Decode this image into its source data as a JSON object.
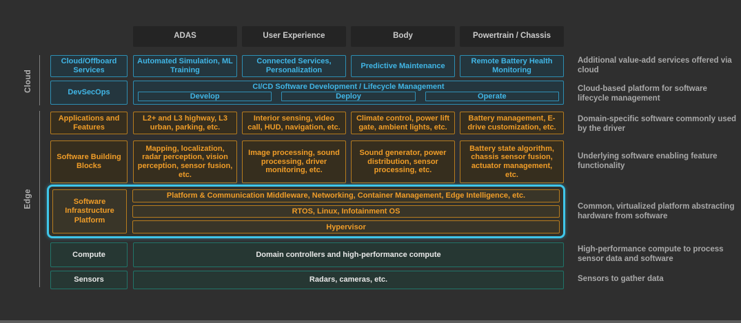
{
  "left_rail": {
    "cloud_label": "Cloud",
    "edge_label": "Edge"
  },
  "columns": [
    "ADAS",
    "User Experience",
    "Body",
    "Powertrain / Chassis"
  ],
  "rows": {
    "cloud_services": {
      "label": "Cloud/Offboard Services",
      "cells": [
        "Automated Simulation, ML Training",
        "Connected Services, Personalization",
        "Predictive Maintenance",
        "Remote Battery Health Monitoring"
      ],
      "description": "Additional value-add services offered via cloud"
    },
    "devsecops": {
      "label": "DevSecOps",
      "banner": "CI/CD Software Development / Lifecycle Management",
      "stages": [
        "Develop",
        "Deploy",
        "Operate"
      ],
      "description": "Cloud-based platform for software lifecycle management"
    },
    "applications": {
      "label": "Applications and Features",
      "cells": [
        "L2+ and L3 highway, L3 urban, parking, etc.",
        "Interior sensing, video call, HUD, navigation, etc.",
        "Climate control, power lift gate, ambient lights, etc.",
        "Battery management, E-drive customization, etc."
      ],
      "description": "Domain-specific software commonly used by the driver"
    },
    "building_blocks": {
      "label": "Software Building Blocks",
      "cells": [
        "Mapping, localization, radar perception, vision perception, sensor fusion, etc.",
        "Image processing, sound processing, driver monitoring, etc.",
        "Sound generator, power distribution, sensor processing, etc.",
        "Battery state algorithm, chassis sensor fusion, actuator management, etc."
      ],
      "description": "Underlying software enabling feature functionality"
    },
    "infrastructure": {
      "label": "Software Infrastructure Platform",
      "layers": [
        "Platform & Communication Middleware, Networking, Container Management, Edge Intelligence, etc.",
        "RTOS, Linux, Infotainment OS",
        "Hypervisor"
      ],
      "description": "Common, virtualized platform abstracting hardware from software"
    },
    "compute": {
      "label": "Compute",
      "cell": "Domain controllers and high-performance compute",
      "description": "High-performance compute to process sensor data and software"
    },
    "sensors": {
      "label": "Sensors",
      "cell": "Radars, cameras, etc.",
      "description": "Sensors to gather data"
    }
  },
  "colors": {
    "background": "#2f2f2f",
    "cyan_highlight": "#3fc6ea",
    "cloud_border": "#2d8fb4",
    "cloud_text": "#41b6e6",
    "cloud_fill": "#24363e",
    "orange_border": "#b77c1e",
    "orange_text": "#f09d28",
    "orange_fill": "#362e1e",
    "teal_border": "#20756a",
    "teal_fill": "#263733",
    "header_fill": "#242424",
    "annotation_text": "#a9a9a9"
  }
}
